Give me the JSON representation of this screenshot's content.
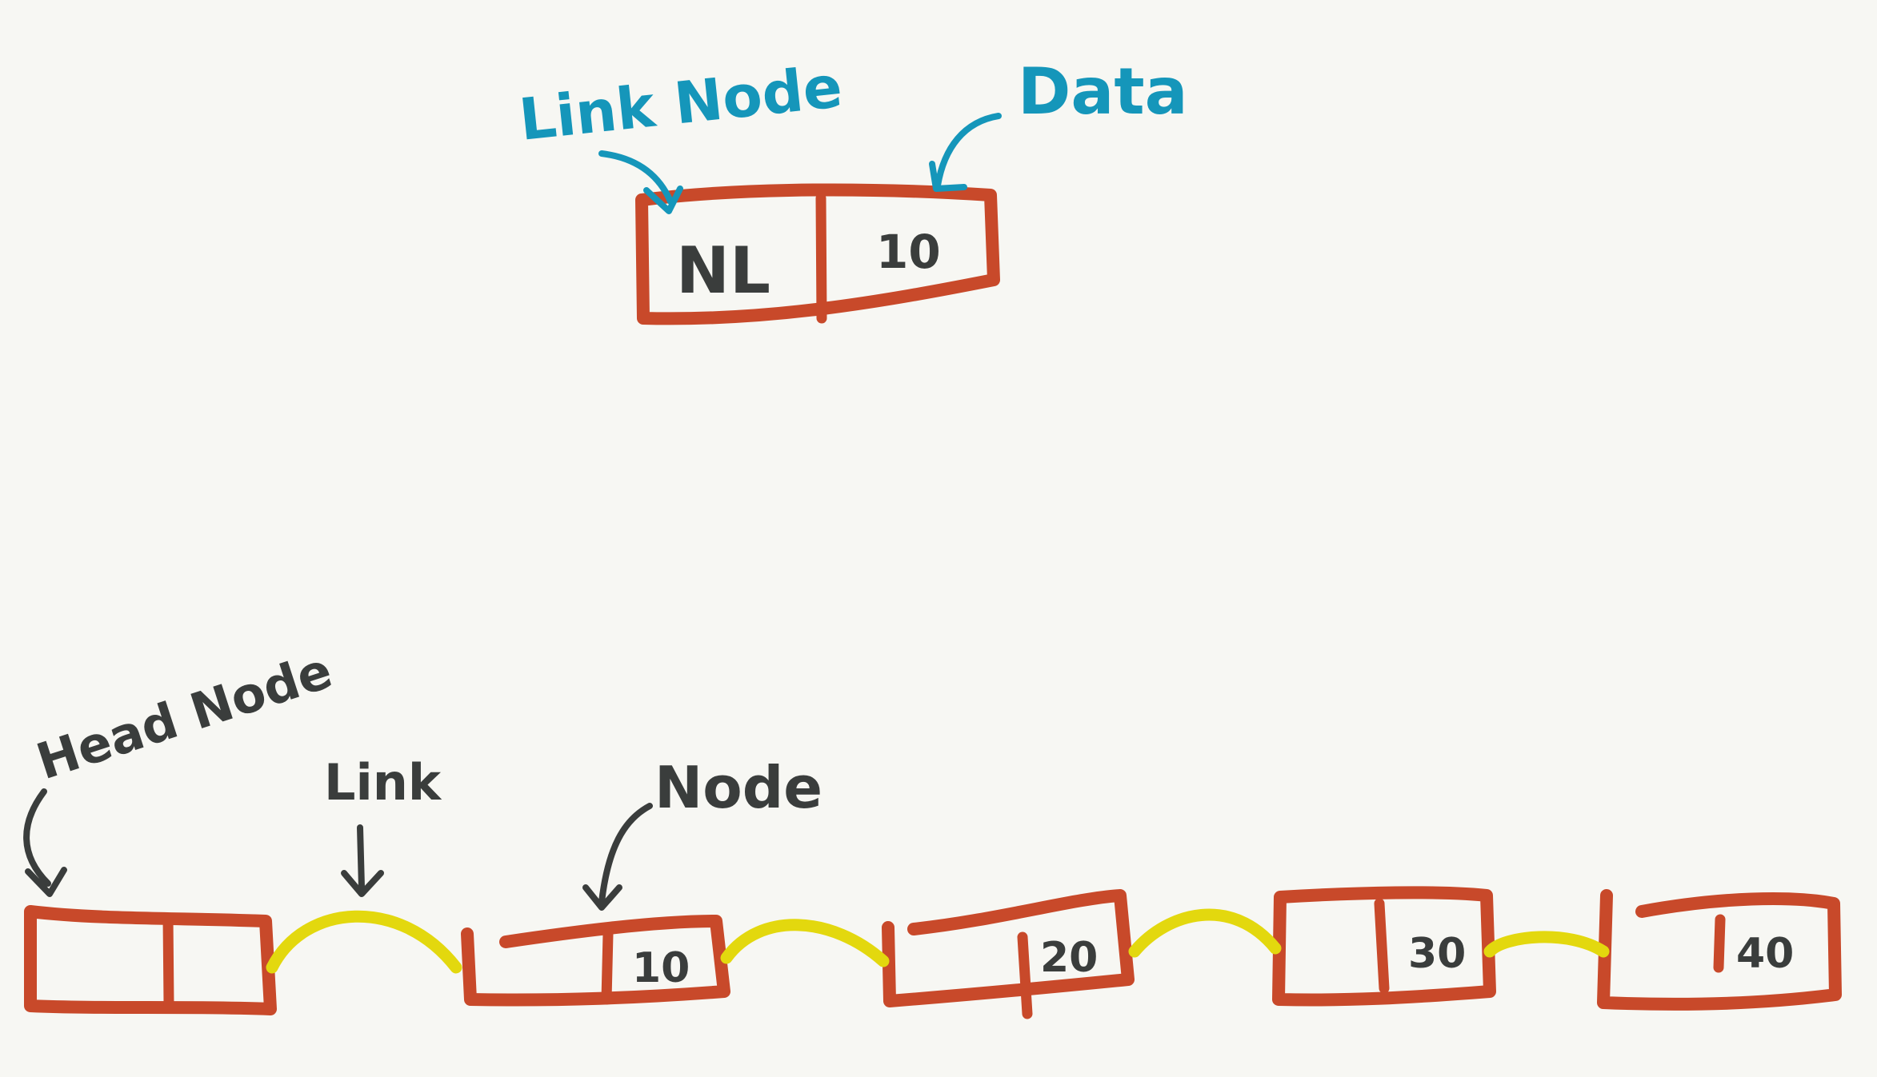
{
  "colors": {
    "background": "#f7f7f3",
    "node_box": "#c8492a",
    "link_arc": "#e3d80e",
    "blue_annotation": "#1596ba",
    "dark_annotation": "#3a3d3c"
  },
  "legend_node": {
    "link_label": "Link Node",
    "data_label": "Data",
    "link_value": "NL",
    "data_value": "10"
  },
  "list": {
    "annotations": {
      "head_node": "Head Node",
      "link": "Link",
      "node": "Node"
    },
    "nodes": [
      {
        "value": ""
      },
      {
        "value": "10"
      },
      {
        "value": "20"
      },
      {
        "value": "30"
      },
      {
        "value": "40"
      }
    ]
  }
}
